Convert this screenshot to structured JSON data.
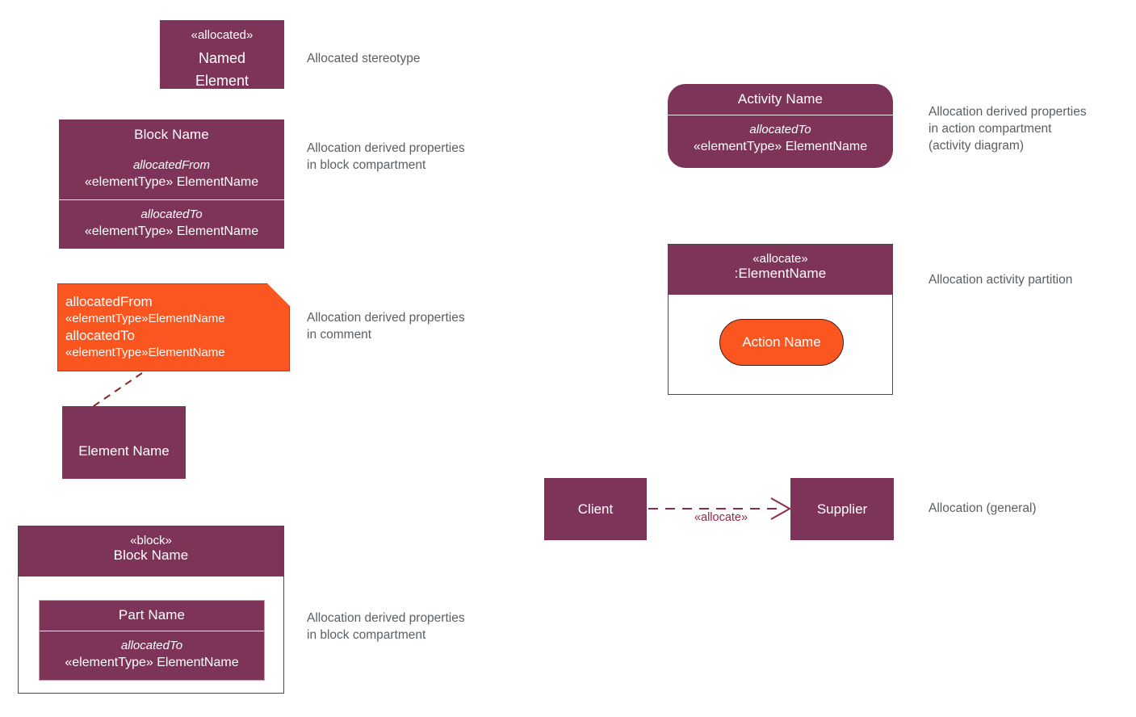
{
  "palette": {
    "maroon": "#7d3458",
    "orange": "#fb5620",
    "orange_border": "#c33a12",
    "dark_red_dashed": "#8b2222",
    "description_gray": "#595f63",
    "white": "#ffffff",
    "inner_border_pink": "#c59bb0",
    "edge_label_maroon": "#8f2b46"
  },
  "allocated_stereotype": {
    "stereotype": "«allocated»",
    "name_line1": "Named",
    "name_line2": "Element",
    "description": "Allocated stereotype"
  },
  "block_derived": {
    "title": "Block Name",
    "compartments": [
      {
        "property": "allocatedFrom",
        "value": "«elementType» ElementName"
      },
      {
        "property": "allocatedTo",
        "value": "«elementType» ElementName"
      }
    ],
    "description": "Allocation derived properties\nin block compartment"
  },
  "comment_note": {
    "line1_label": "allocatedFrom",
    "line1_value": "«elementType»ElementName",
    "line2_label": "allocatedTo",
    "line2_value": "«elementType»ElementName",
    "description": "Allocation derived properties\nin comment"
  },
  "element_name_node": {
    "name": "Element Name"
  },
  "block_with_part": {
    "stereotype": "«block»",
    "title": "Block Name",
    "part": {
      "title": "Part Name",
      "property": "allocatedTo",
      "value": "«elementType» ElementName"
    },
    "description": "Allocation derived properties\nin block compartment"
  },
  "activity_node": {
    "title": "Activity Name",
    "property": "allocatedTo",
    "value": "«elementType» ElementName",
    "description": "Allocation derived properties\nin action compartment\n(activity diagram)"
  },
  "activity_partition": {
    "stereotype": "«allocate»",
    "name": ":ElementName",
    "action": "Action Name",
    "description": "Allocation activity partition"
  },
  "allocation_general": {
    "client": "Client",
    "supplier": "Supplier",
    "edge_label": "«allocate»",
    "description": "Allocation (general)"
  }
}
